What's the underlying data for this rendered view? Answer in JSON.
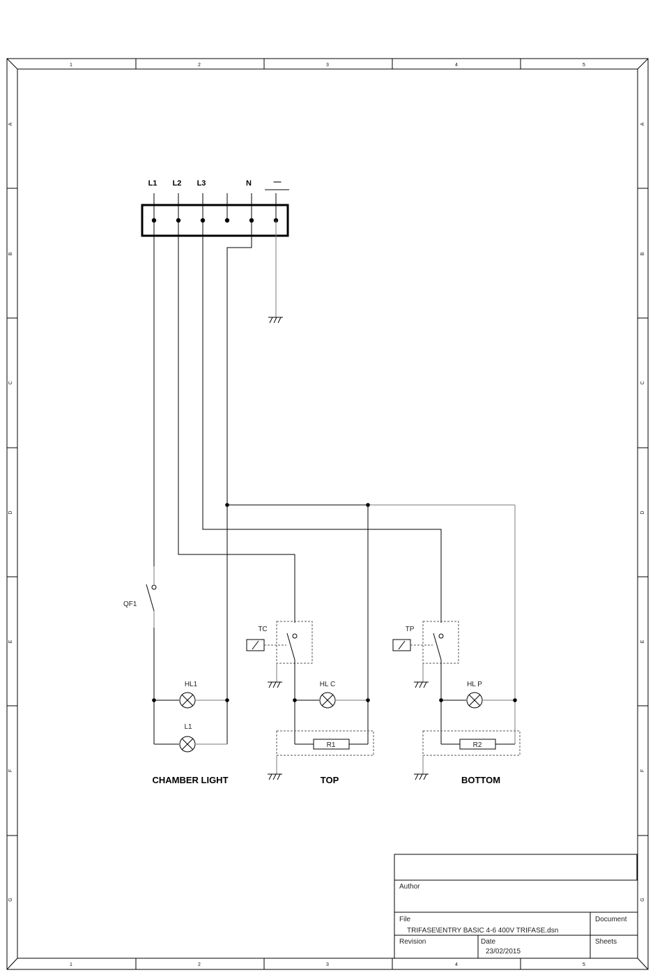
{
  "frame": {
    "columns": [
      "1",
      "2",
      "3",
      "4",
      "5"
    ],
    "rows": [
      "A",
      "B",
      "C",
      "D",
      "E",
      "F",
      "G"
    ]
  },
  "terminals": [
    "L1",
    "L2",
    "L3",
    "N",
    "—"
  ],
  "components": {
    "qf1": "QF1",
    "hl1": "HL1",
    "l1": "L1",
    "tc": "TC",
    "hlc": "HL C",
    "r1": "R1",
    "tp": "TP",
    "hlp": "HL P",
    "r2": "R2"
  },
  "sections": {
    "chamber": "CHAMBER LIGHT",
    "top": "TOP",
    "bottom": "BOTTOM"
  },
  "title_block": {
    "author_label": "Author",
    "author_value": "",
    "file_label": "File",
    "file_value": "TRIFASE\\ENTRY BASIC 4-6 400V TRIFASE.dsn",
    "document_label": "Document",
    "revision_label": "Revision",
    "date_label": "Date",
    "date_value": "23/02/2015",
    "sheets_label": "Sheets"
  }
}
